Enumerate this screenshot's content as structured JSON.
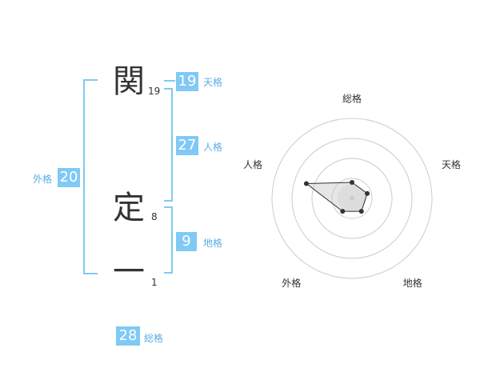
{
  "name": {
    "characters": [
      {
        "char": "関",
        "strokes": "19"
      },
      {
        "char": "定",
        "strokes": "8"
      },
      {
        "char": "一",
        "strokes": "1"
      }
    ]
  },
  "fortunes": {
    "tenkaku": {
      "value": "19",
      "label": "天格"
    },
    "jinkaku": {
      "value": "27",
      "label": "人格"
    },
    "chikaku": {
      "value": "9",
      "label": "地格"
    },
    "gaikaku": {
      "value": "20",
      "label": "外格"
    },
    "soukaku": {
      "value": "28",
      "label": "総格"
    }
  },
  "colors": {
    "accent": "#80c9f5",
    "accent_text": "#5aaee4",
    "text": "#333333",
    "grid": "#cccccc"
  },
  "chart_data": {
    "type": "radar",
    "axes": [
      "総格",
      "天格",
      "地格",
      "外格",
      "人格"
    ],
    "values": [
      1,
      1,
      1,
      1,
      3
    ],
    "range": [
      0,
      5
    ],
    "rings": 4
  }
}
